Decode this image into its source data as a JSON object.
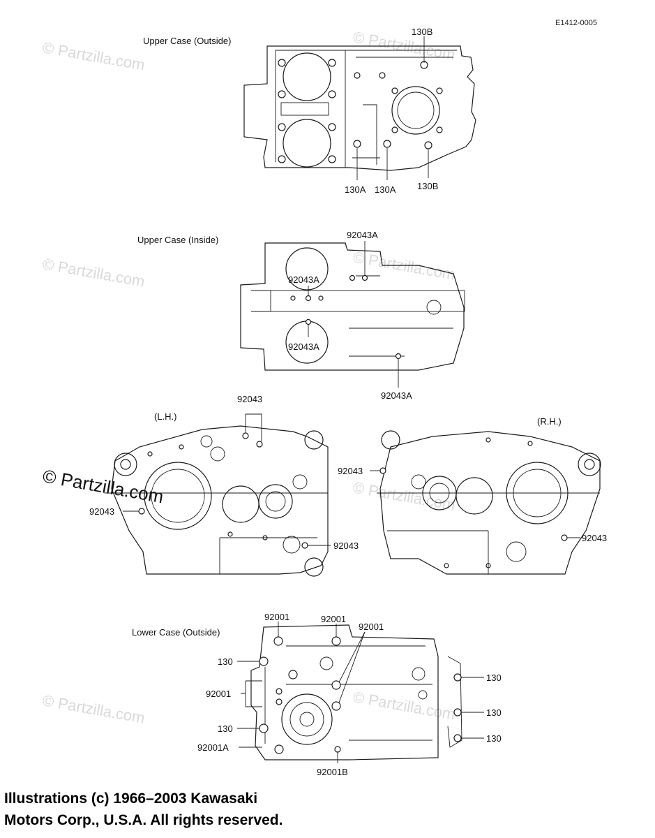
{
  "ref_code": "E1412-0005",
  "watermark": "© Partzilla.com",
  "sections": {
    "upper_outside": {
      "title": "Upper Case (Outside)",
      "labels": [
        "130B",
        "130A",
        "130A",
        "130B"
      ]
    },
    "upper_inside": {
      "title": "Upper Case (Inside)",
      "labels": [
        "92043A",
        "92043A",
        "92043A",
        "92043A"
      ]
    },
    "side_views": {
      "lh_title": "(L.H.)",
      "rh_title": "(R.H.)",
      "labels": [
        "92043",
        "92043",
        "92043",
        "92043",
        "92043"
      ]
    },
    "lower_outside": {
      "title": "Lower Case (Outside)",
      "labels": [
        "92001",
        "92001",
        "92001",
        "130",
        "92001",
        "130",
        "92001A",
        "92001B",
        "130",
        "130",
        "130"
      ]
    }
  },
  "copyright": {
    "line1": "Illustrations (c) 1966–2003 Kawasaki",
    "line2": "Motors Corp., U.S.A.  All rights reserved."
  }
}
